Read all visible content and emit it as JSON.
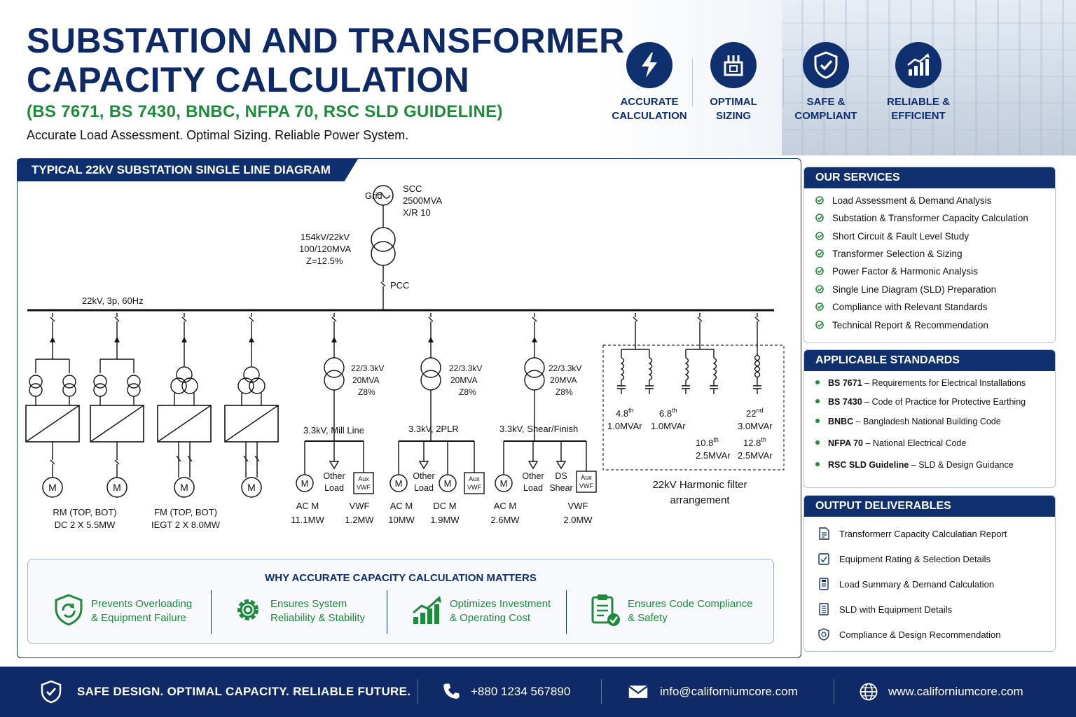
{
  "header": {
    "title_line1": "SUBSTATION AND TRANSFORMER",
    "title_line2": "CAPACITY CALCULATION",
    "subtitle": "(BS 7671, BS 7430, BNBC, NFPA 70, RSC SLD GUIDELINE)",
    "tagline": "Accurate Load Assessment. Optimal Sizing. Reliable Power System.",
    "badges": [
      {
        "line1": "ACCURATE",
        "line2": "CALCULATION",
        "icon": "lightning-icon"
      },
      {
        "line1": "OPTIMAL",
        "line2": "SIZING",
        "icon": "transformer-icon"
      },
      {
        "line1": "SAFE &",
        "line2": "COMPLIANT",
        "icon": "shield-check-icon"
      },
      {
        "line1": "RELIABLE &",
        "line2": "EFFICIENT",
        "icon": "bar-chart-icon"
      }
    ]
  },
  "diagram": {
    "tab_title": "TYPICAL 22kV SUBSTATION SINGLE LINE DIAGRAM",
    "grid_label": "Grid",
    "scc": [
      "SCC",
      "2500MVA",
      "X/R 10"
    ],
    "main_tx": [
      "154kV/22kV",
      "100/120MVA",
      "Z=12.5%"
    ],
    "pcc": "PCC",
    "bus_label": "22kV, 3p, 60Hz",
    "motor_symbol": "M",
    "drive_groups": [
      {
        "line1": "RM (TOP, BOT)",
        "line2": "DC 2 X 5.5MW"
      },
      {
        "line1": "FM (TOP, BOT)",
        "line2": "IEGT 2 X 8.0MW"
      }
    ],
    "feeders": [
      {
        "tx": [
          "22/3.3kV",
          "20MVA",
          "Z8%"
        ],
        "bus": "3.3kV, Mill Line",
        "other_load": [
          "Other",
          "Load"
        ],
        "aux": [
          "Aux",
          "VWF"
        ],
        "labels": [
          [
            "AC M",
            "11.1MW"
          ],
          [
            "VWF",
            "1.2MW"
          ]
        ]
      },
      {
        "tx": [
          "22/3.3kV",
          "20MVA",
          "Z8%"
        ],
        "bus": "3.3kV, 2PLR",
        "other_load": [
          "Other",
          "Load"
        ],
        "aux": [
          "Aux",
          "VWF"
        ],
        "labels": [
          [
            "AC M",
            "10MW"
          ],
          [
            "DC M",
            "1.9MW"
          ]
        ]
      },
      {
        "tx": [
          "22/3.3kV",
          "20MVA",
          "Z8%"
        ],
        "bus": "3.3kV, Shear/Finish",
        "other_load": [
          "Other",
          "Load"
        ],
        "ds_shear": [
          "DS",
          "Shear"
        ],
        "aux": [
          "Aux",
          "VWF"
        ],
        "labels": [
          [
            "AC M",
            "2.6MW"
          ],
          [
            "VWF",
            "2.0MW"
          ]
        ]
      }
    ],
    "filters": [
      {
        "order": "4.8",
        "sup": "th",
        "rating": "1.0MVAr"
      },
      {
        "order": "6.8",
        "sup": "th",
        "rating": "1.0MVAr"
      },
      {
        "order": "22",
        "sup": "nd",
        "rating": "3.0MVAr"
      },
      {
        "order": "10.8",
        "sup": "th",
        "rating": "2.5MVAr"
      },
      {
        "order": "12.8",
        "sup": "th",
        "rating": "2.5MVAr"
      }
    ],
    "filter_caption": [
      "22kV Harmonic filter",
      "arrangement"
    ]
  },
  "why": {
    "title": "WHY ACCURATE CAPACITY CALCULATION MATTERS",
    "items": [
      {
        "line1": "Prevents Overloading",
        "line2": "& Equipment Failure",
        "icon": "shield-refresh-icon"
      },
      {
        "line1": "Ensures System",
        "line2": "Reliability & Stability",
        "icon": "gear-icon"
      },
      {
        "line1": "Optimizes Investment",
        "line2": "& Operating Cost",
        "icon": "growth-chart-icon"
      },
      {
        "line1": "Ensures Code Compliance",
        "line2": "& Safety",
        "icon": "clipboard-check-icon"
      }
    ]
  },
  "services": {
    "title": "OUR SERVICES",
    "items": [
      "Load Assessment & Demand Analysis",
      "Substation & Transformer Capacity Calculation",
      "Short Circuit & Fault Level Study",
      "Transformer Selection & Sizing",
      "Power Factor & Harmonic Analysis",
      "Single Line Diagram (SLD) Preparation",
      "Compliance with Relevant Standards",
      "Technical Report & Recommendation"
    ]
  },
  "standards": {
    "title": "APPLICABLE STANDARDS",
    "items": [
      {
        "code": "BS 7671",
        "desc": "Requirements for Electrical Installations"
      },
      {
        "code": "BS 7430",
        "desc": "Code of Practice for Protective Earthing"
      },
      {
        "code": "BNBC",
        "desc": "Bangladesh National Building Code"
      },
      {
        "code": "NFPA 70",
        "desc": "National Electrical Code"
      },
      {
        "code": "RSC SLD Guideline",
        "desc": "SLD & Design Guidance"
      }
    ]
  },
  "deliverables": {
    "title": "OUTPUT DELIVERABLES",
    "items": [
      {
        "text": "Transformerr Capacity Calculatian Report",
        "icon": "report-icon"
      },
      {
        "text": "Equipment Rating & Selection Details",
        "icon": "rating-icon"
      },
      {
        "text": "Load Summary & Demand Calculation",
        "icon": "calculator-icon"
      },
      {
        "text": "SLD with Equipment Details",
        "icon": "document-icon"
      },
      {
        "text": "Compliance & Design Recommendation",
        "icon": "shield-badge-icon"
      }
    ]
  },
  "footer": {
    "slogan": "SAFE DESIGN. OPTIMAL CAPACITY. RELIABLE FUTURE.",
    "phone": "+880 1234 567890",
    "email": "info@californiumcore.com",
    "website": "www.californiumcore.com"
  },
  "colors": {
    "navy": "#0f2f6e",
    "green": "#1e8a3c"
  }
}
